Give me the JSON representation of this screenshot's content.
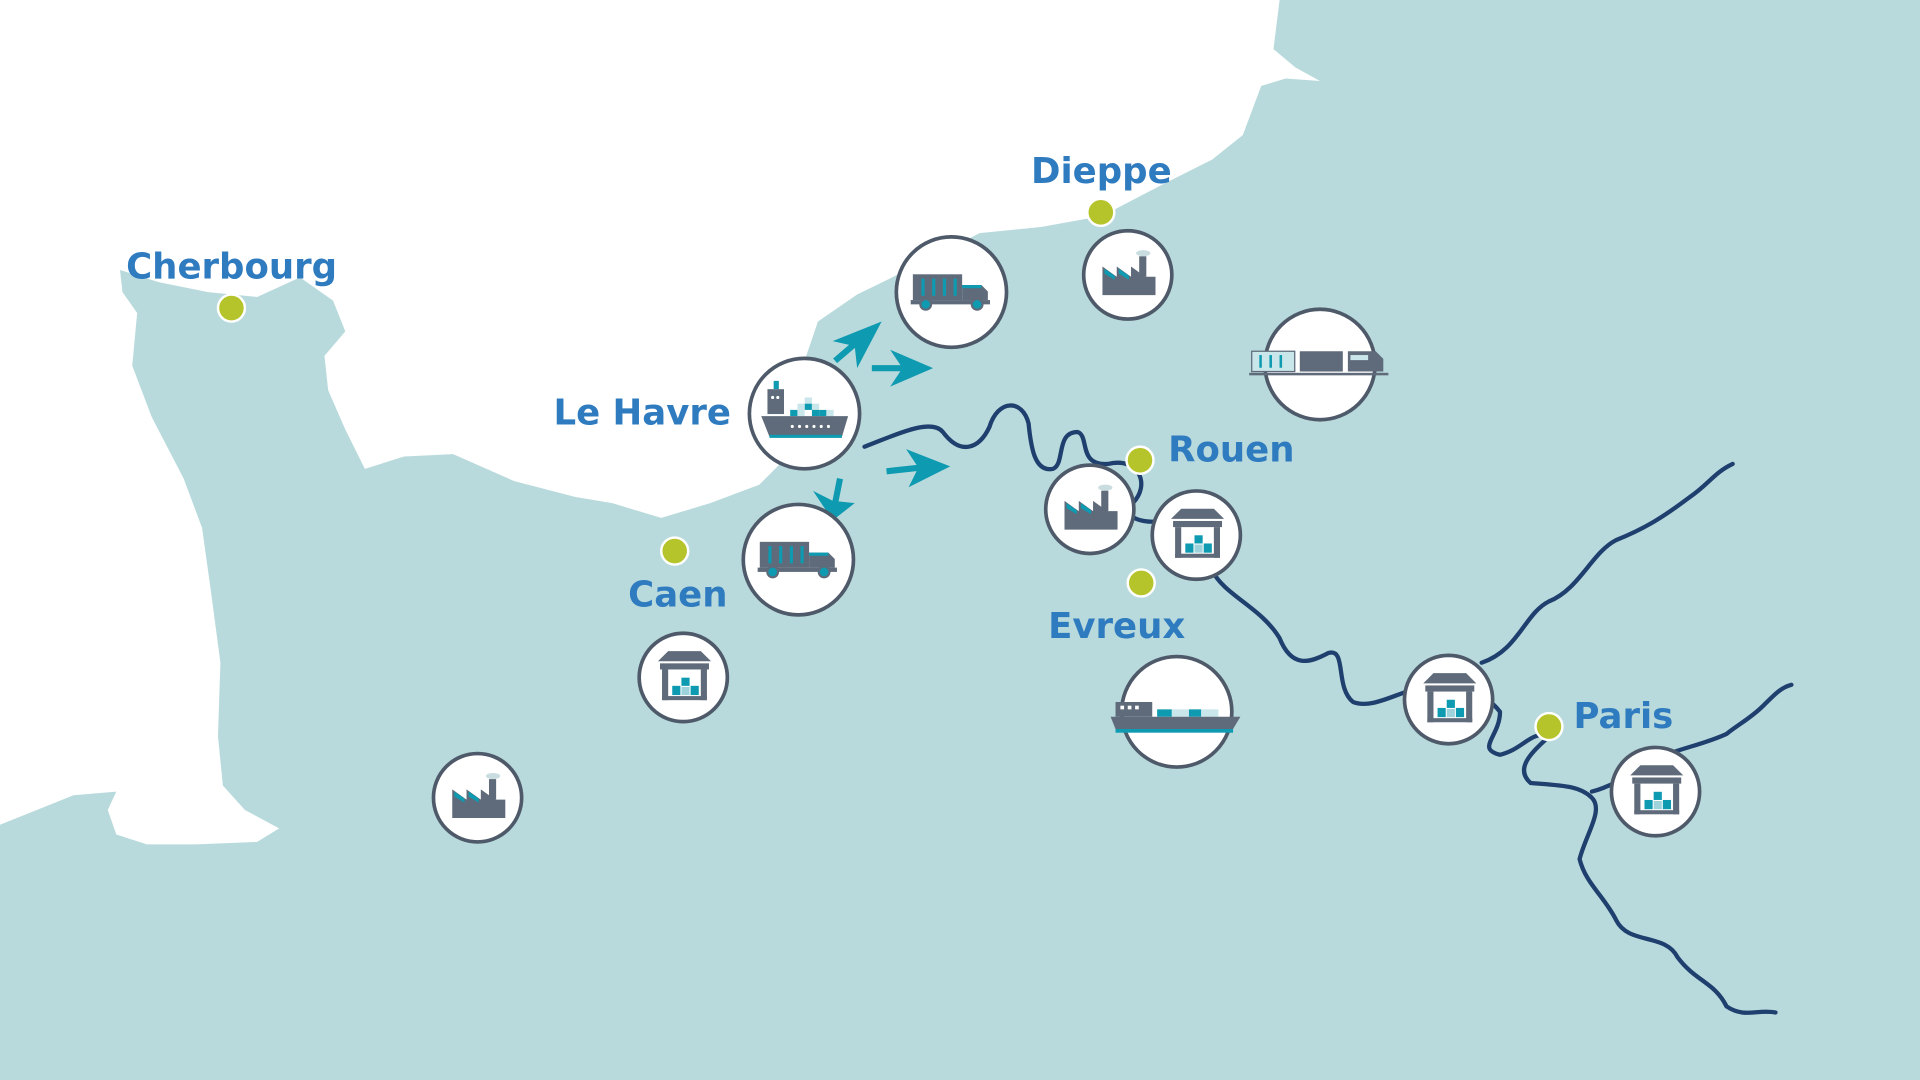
{
  "map": {
    "colors": {
      "land_sea": "#b9dadc",
      "channel": "#ffffff",
      "label": "#2f7bbf",
      "city_dot": "#b5c42a",
      "icon": "#5f6b7a",
      "accent": "#0e9ab0",
      "river": "#1f3f6e"
    },
    "cities": [
      {
        "name": "Cherbourg"
      },
      {
        "name": "Dieppe"
      },
      {
        "name": "Le Havre"
      },
      {
        "name": "Rouen"
      },
      {
        "name": "Caen"
      },
      {
        "name": "Evreux"
      },
      {
        "name": "Paris"
      }
    ],
    "hubs": [
      {
        "icon": "container-ship-icon"
      },
      {
        "icon": "truck-icon"
      },
      {
        "icon": "factory-icon"
      },
      {
        "icon": "freight-train-icon"
      },
      {
        "icon": "truck-icon"
      },
      {
        "icon": "factory-icon"
      },
      {
        "icon": "warehouse-icon"
      },
      {
        "icon": "warehouse-icon"
      },
      {
        "icon": "factory-icon"
      },
      {
        "icon": "river-barge-icon"
      },
      {
        "icon": "warehouse-icon"
      },
      {
        "icon": "warehouse-icon"
      }
    ]
  }
}
